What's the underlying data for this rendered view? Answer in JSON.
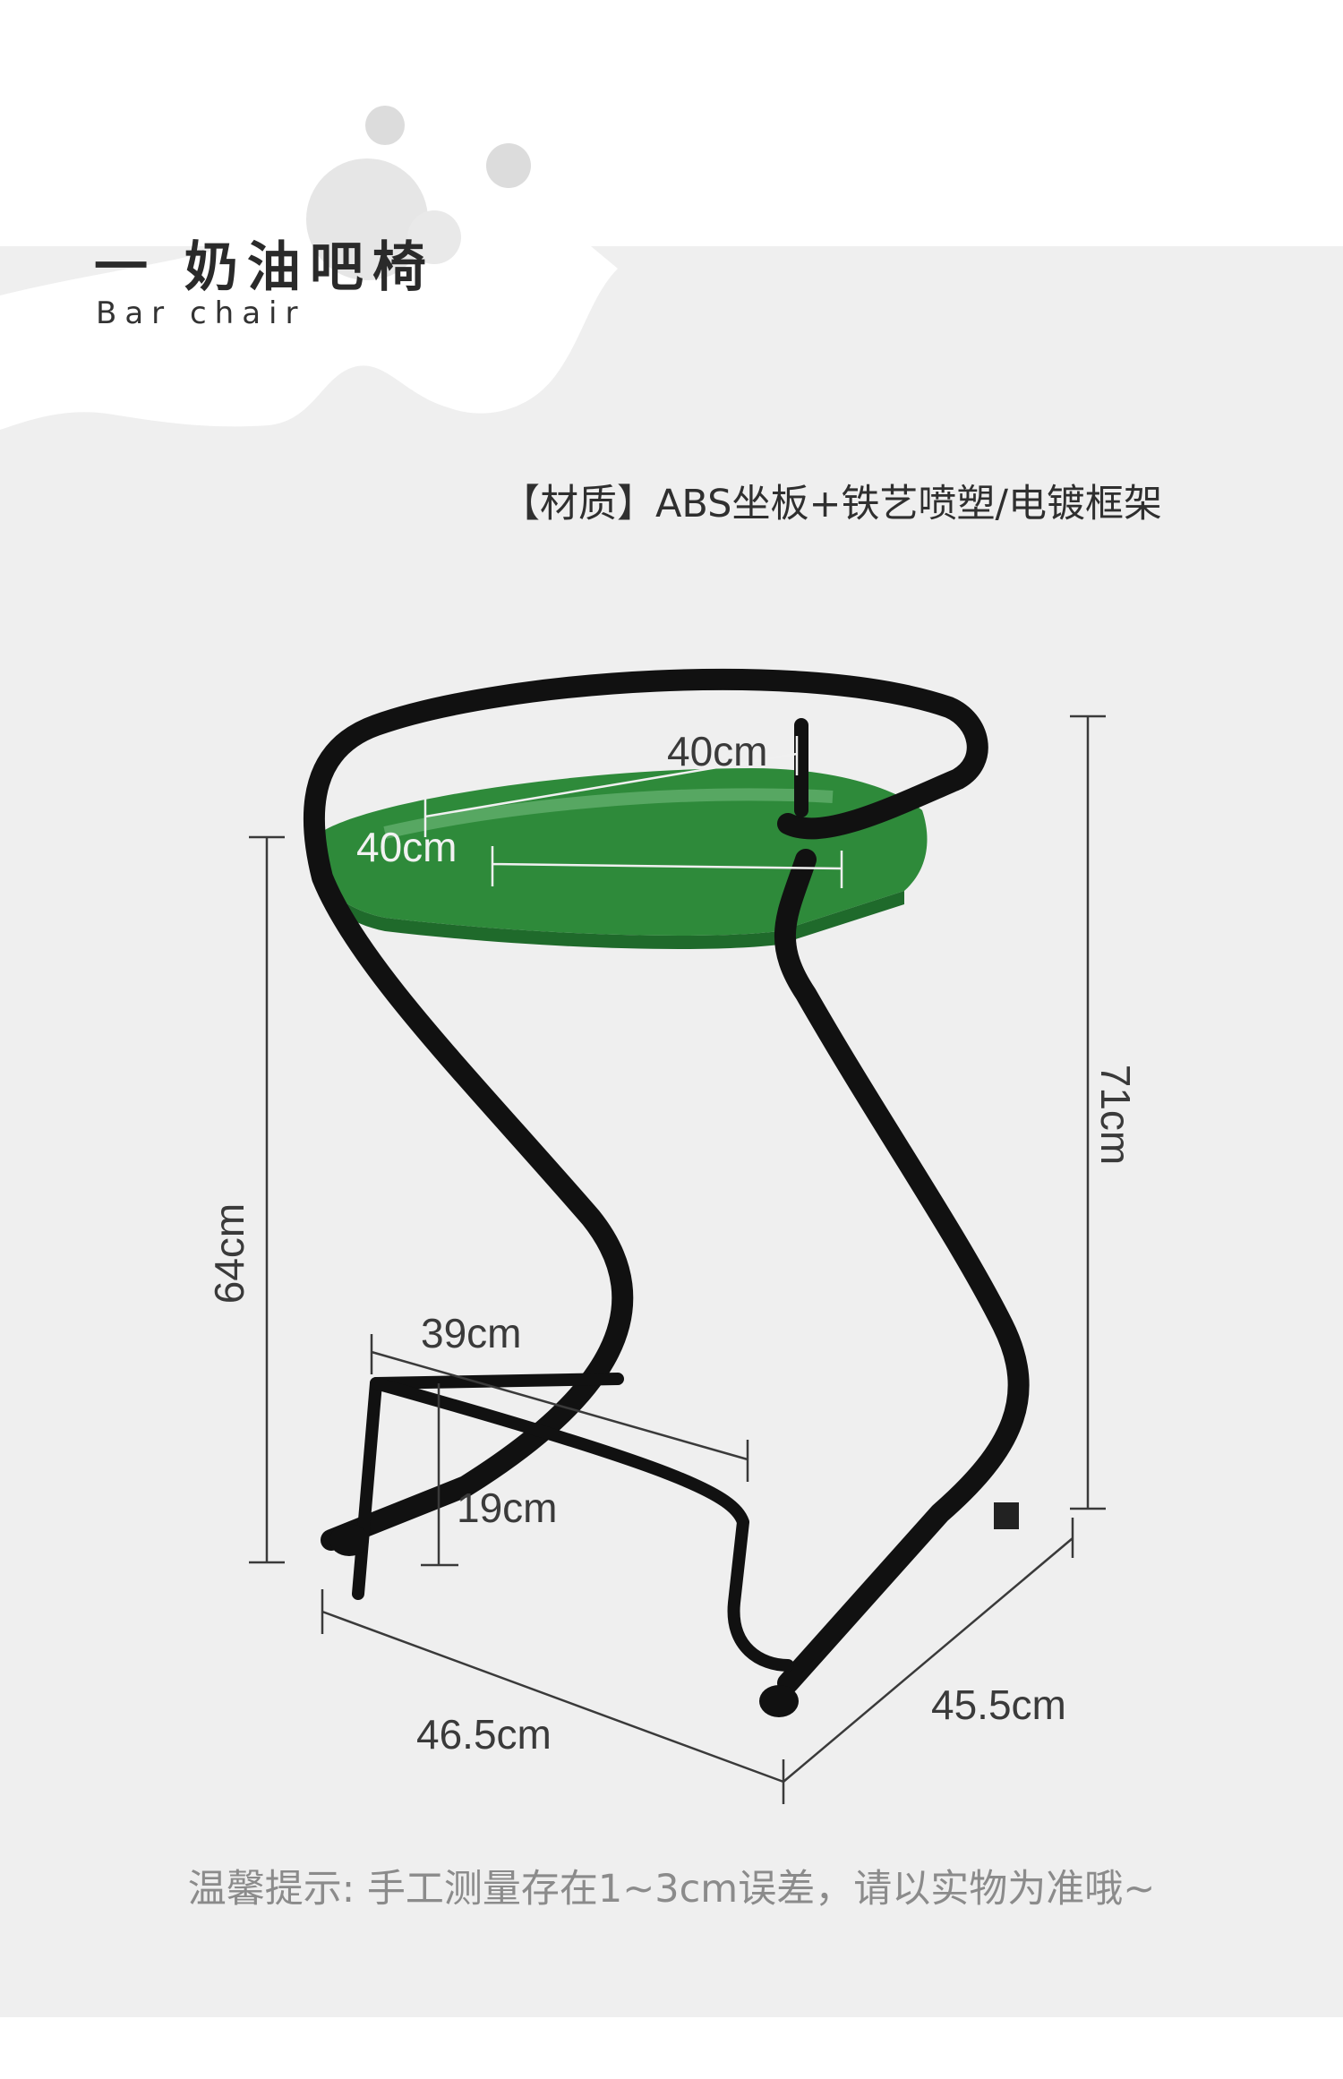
{
  "header": {
    "title": "一 奶油吧椅",
    "subtitle": "Bar chair"
  },
  "material": "【材质】ABS坐板+铁艺喷塑/电镀框架",
  "dimensions": {
    "seat_depth": "40cm",
    "seat_width": "40cm",
    "seat_height": "64cm",
    "total_height": "71cm",
    "footrest_width": "39cm",
    "footrest_height": "19cm",
    "base_width": "46.5cm",
    "base_depth": "45.5cm"
  },
  "tip": "温馨提示: 手工测量存在1~3cm误差，请以实物为准哦~",
  "colors": {
    "seat": "#2e8a3a",
    "frame": "#111111",
    "panel": "#efefef"
  }
}
